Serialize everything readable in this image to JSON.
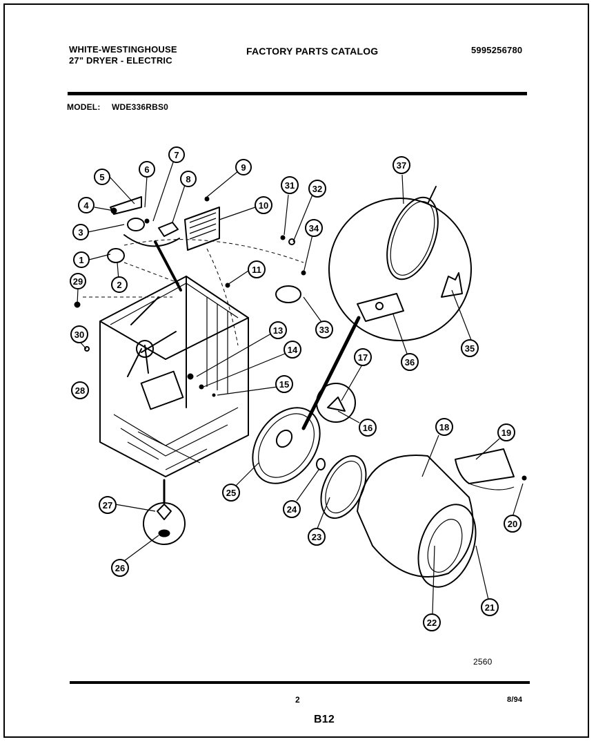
{
  "header": {
    "brand": "WHITE-WESTINGHOUSE",
    "product": "27\" DRYER - ELECTRIC",
    "catalog_title": "FACTORY PARTS CATALOG",
    "catalog_number": "5995256780",
    "model_label": "MODEL:",
    "model_number": "WDE336RBS0"
  },
  "diagram": {
    "part_callouts": [
      "1",
      "2",
      "3",
      "4",
      "5",
      "6",
      "7",
      "8",
      "9",
      "10",
      "11",
      "13",
      "14",
      "15",
      "16",
      "17",
      "18",
      "19",
      "20",
      "21",
      "22",
      "23",
      "24",
      "25",
      "26",
      "27",
      "28",
      "29",
      "30",
      "31",
      "32",
      "33",
      "34",
      "35",
      "36",
      "37"
    ],
    "illustration_code": "2560"
  },
  "footer": {
    "page_number": "2",
    "date": "8/94",
    "section_code": "B12"
  }
}
